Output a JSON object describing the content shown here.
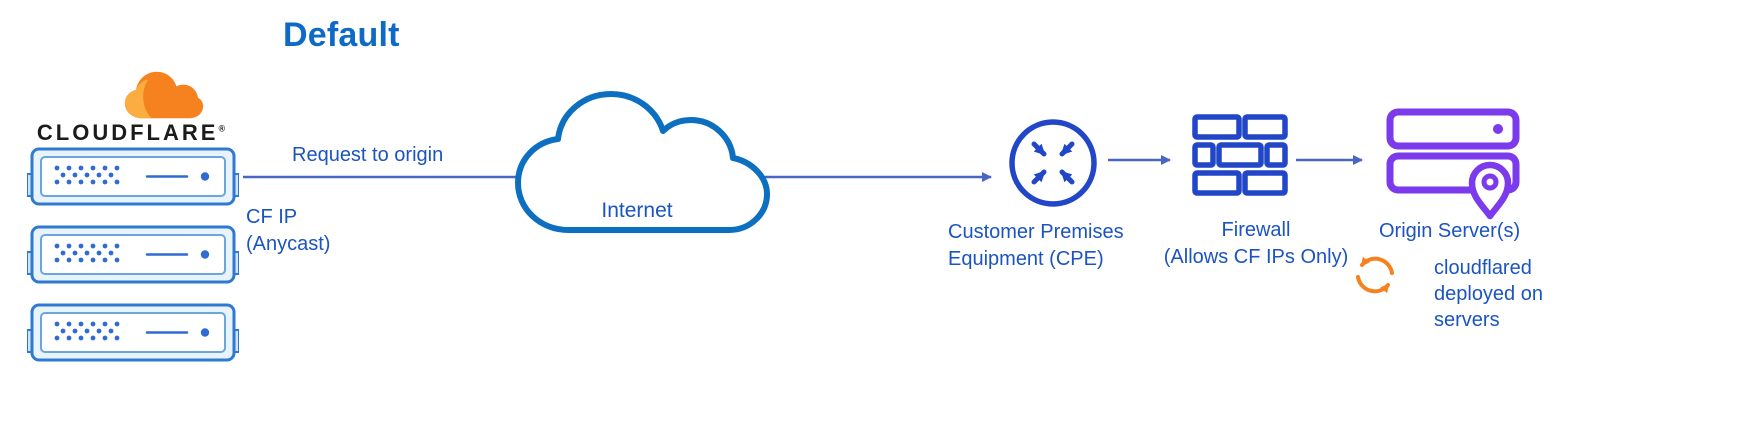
{
  "title": "Default",
  "brand": {
    "wordmark": "CLOUDFLARE",
    "registered_mark": "®"
  },
  "flow": {
    "request_label": "Request to origin",
    "cf_ip_label": "CF IP\n(Anycast)"
  },
  "nodes": {
    "internet": {
      "label": "Internet"
    },
    "cpe": {
      "label": "Customer Premises\nEquipment (CPE)"
    },
    "firewall": {
      "label": "Firewall\n(Allows CF IPs Only)"
    },
    "origin": {
      "label": "Origin Server(s)"
    },
    "cloudflared": {
      "label": "cloudflared\ndeployed on\nservers"
    }
  },
  "colors": {
    "title_blue": "#0d6ac6",
    "label_blue": "#1b54c2",
    "arrow_blue": "#4a66c4",
    "cloud_blue": "#0c6fc0",
    "icon_blue": "#2146c7",
    "server_stroke_blue": "#2e7ad0",
    "server_fill_blue": "#e9f3fc",
    "origin_purple": "#7c3aed",
    "cloudflare_orange": "#f6821f",
    "cloudflare_orange_light": "#fbad41"
  }
}
